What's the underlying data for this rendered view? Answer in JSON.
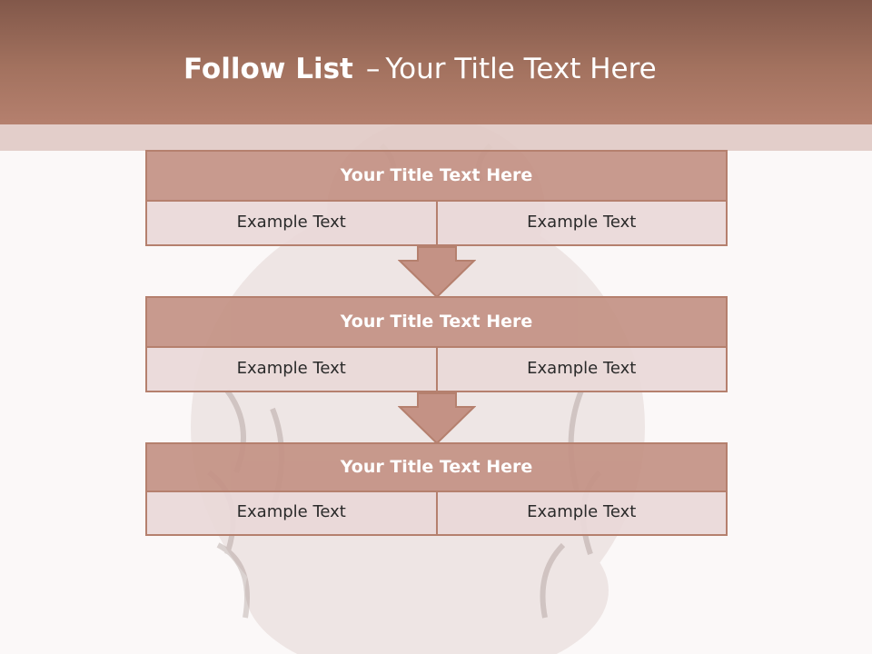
{
  "slide": {
    "title_bold": "Follow List",
    "title_dash": "–",
    "title_rest": "Your Title Text Here"
  },
  "steps": [
    {
      "title": "Your Title Text Here",
      "left": "Example Text",
      "right": "Example Text"
    },
    {
      "title": "Your Title Text Here",
      "left": "Example Text",
      "right": "Example Text"
    },
    {
      "title": "Your Title Text Here",
      "left": "Example Text",
      "right": "Example Text"
    }
  ],
  "colors": {
    "header": "#a3725f",
    "box_title": "#c49285",
    "box_cell": "#e9d8d8",
    "border": "#b5806e"
  }
}
